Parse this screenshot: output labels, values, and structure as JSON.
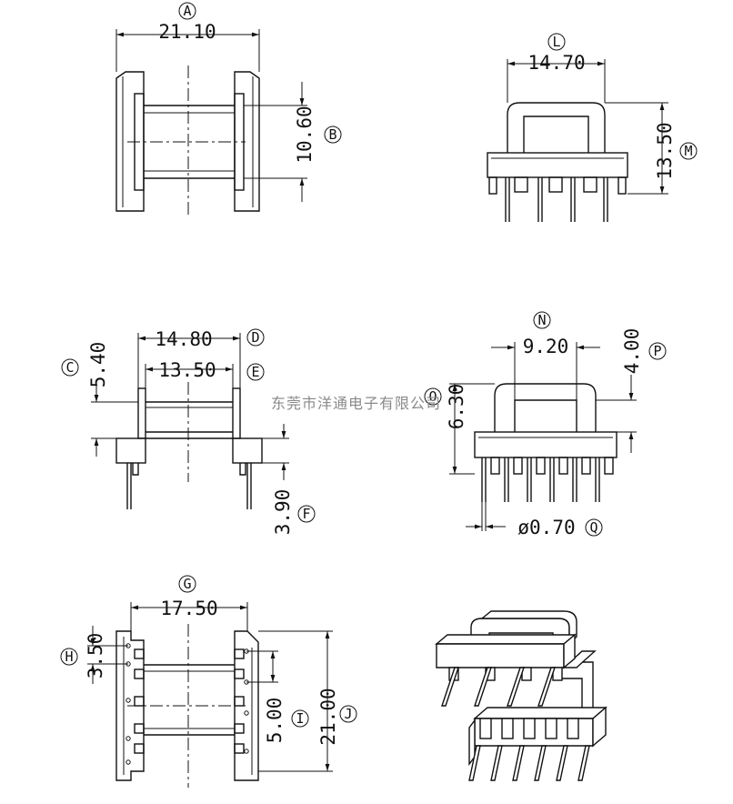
{
  "watermark": "东莞市洋通电子有限公司",
  "dimensions": [
    {
      "letter": "A",
      "value": "21.10"
    },
    {
      "letter": "B",
      "value": "10.60"
    },
    {
      "letter": "L",
      "value": "14.70"
    },
    {
      "letter": "M",
      "value": "13.50"
    },
    {
      "letter": "C",
      "value": "5.40"
    },
    {
      "letter": "D",
      "value": "14.80"
    },
    {
      "letter": "E",
      "value": "13.50"
    },
    {
      "letter": "F",
      "value": "3.90"
    },
    {
      "letter": "N",
      "value": "9.20"
    },
    {
      "letter": "O",
      "value": "6.30"
    },
    {
      "letter": "P",
      "value": "4.00"
    },
    {
      "letter": "Q",
      "value": "ø0.70"
    },
    {
      "letter": "G",
      "value": "17.50"
    },
    {
      "letter": "H",
      "value": "3.50"
    },
    {
      "letter": "I",
      "value": "5.00"
    },
    {
      "letter": "J",
      "value": "21.00"
    }
  ]
}
